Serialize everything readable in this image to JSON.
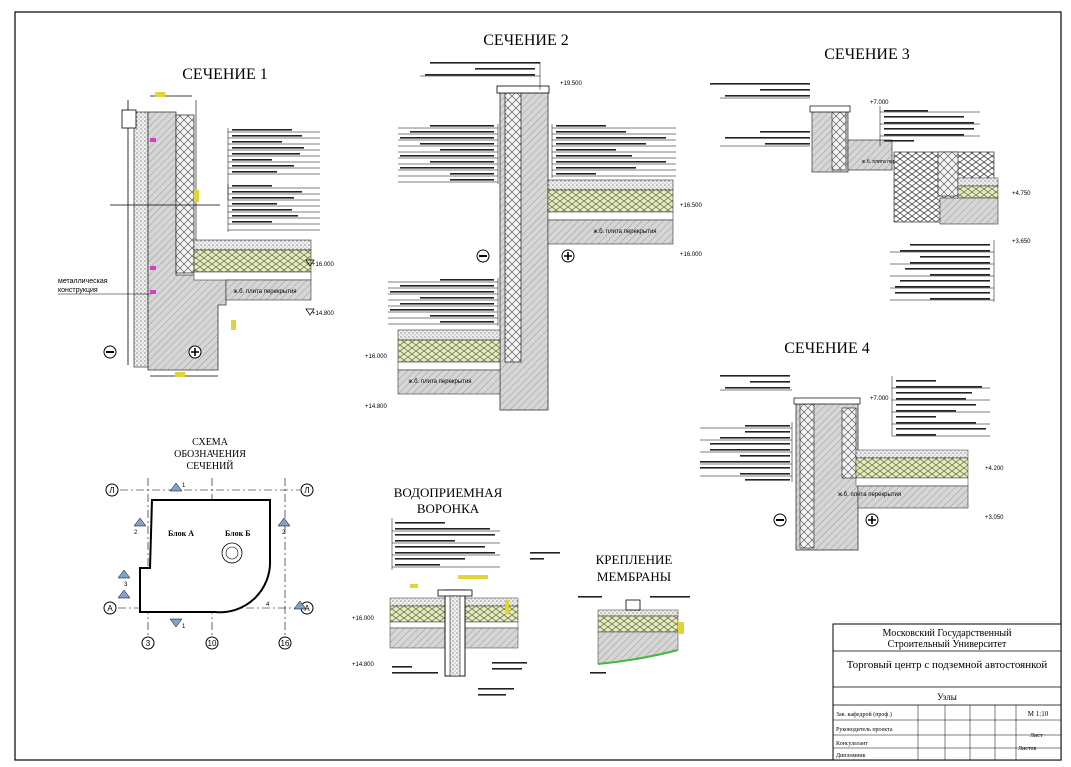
{
  "sections": {
    "s1": "СЕЧЕНИЕ 1",
    "s2": "СЕЧЕНИЕ 2",
    "s3": "СЕЧЕНИЕ 3",
    "s4": "СЕЧЕНИЕ 4"
  },
  "scheme_title": [
    "СХЕМА",
    "ОБОЗНАЧЕНИЯ",
    "СЕЧЕНИЙ"
  ],
  "funnel_title": [
    "ВОДОПРИЕМНАЯ",
    "ВОРОНКА"
  ],
  "membrane_title": [
    "КРЕПЛЕНИЕ",
    "МЕМБРАНЫ"
  ],
  "s1_note": [
    "металлическая",
    "конструкция"
  ],
  "slab_label": "ж.б. плита перекрытия",
  "levels": {
    "s1_a": "+16.000",
    "s1_b": "+14.800",
    "s2_top": "+19.500",
    "s2_a": "+16.500",
    "s2_b": "+16.000",
    "s2_c": "+16.000",
    "s2_d": "+14.800",
    "s3_a": "+7.000",
    "s3_b": "+4.750",
    "s3_c": "+3.650",
    "s4_a": "+7.000",
    "s4_b": "+4.200",
    "s4_c": "+3.050",
    "funnel_a": "+16.000",
    "funnel_b": "+14.800"
  },
  "plan": {
    "block_a": "Блок А",
    "block_b": "Блок Б",
    "axes_top": [
      "Л",
      "Л"
    ],
    "axes_side": [
      "А",
      "А"
    ],
    "axes_bottom": [
      "3",
      "10",
      "16"
    ],
    "markers": [
      "1",
      "1",
      "2",
      "2",
      "3",
      "4"
    ]
  },
  "title_block": {
    "org": [
      "Московский Государственный",
      "Строительный Университет"
    ],
    "project": "Торговый центр с подземной автостоянкой",
    "sheet_name": "Узлы",
    "roles": [
      "Зав. кафедрой (проф.)",
      "Руководитель проекта",
      "Консультант",
      "Дипломник"
    ],
    "scale": "М 1:10",
    "sheet": "Лист",
    "sheets": "Листов"
  }
}
